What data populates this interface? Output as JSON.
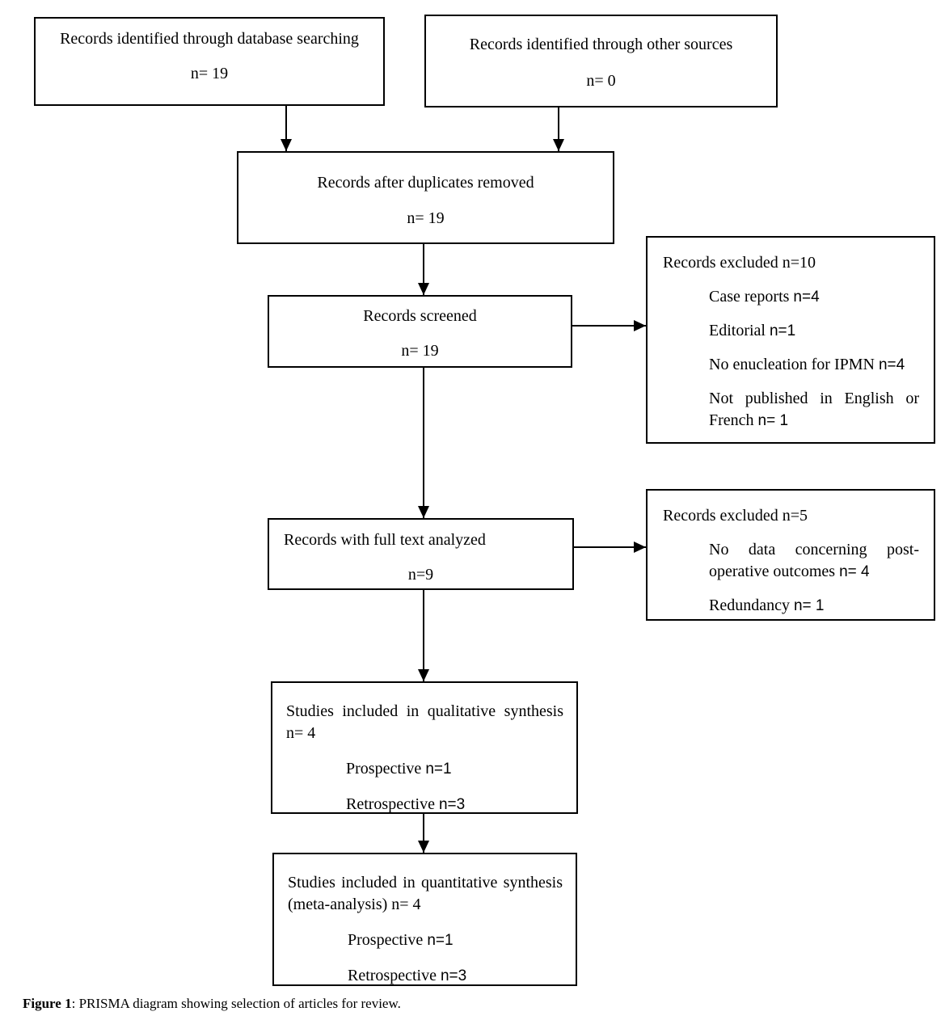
{
  "boxes": {
    "database": {
      "title": "Records identified through database searching",
      "count": "n= 19"
    },
    "other_sources": {
      "title": "Records identified through other sources",
      "count": "n= 0"
    },
    "after_duplicates": {
      "title": "Records after duplicates removed",
      "count": "n= 19"
    },
    "screened": {
      "title": "Records screened",
      "count": "n= 19"
    },
    "excluded_screening": {
      "title": "Records excluded n=10",
      "items": [
        {
          "text": "Case reports",
          "n": "n=4"
        },
        {
          "text": "Editorial",
          "n": "n=1"
        },
        {
          "text": "No enucleation for IPMN",
          "n": "n=4"
        },
        {
          "text": "Not published in English or French",
          "n": "n= 1"
        }
      ]
    },
    "full_text": {
      "title": "Records with full text analyzed",
      "count": "n=9"
    },
    "excluded_fulltext": {
      "title": "Records excluded n=5",
      "items": [
        {
          "text": "No data concerning post-operative outcomes",
          "n": "n= 4"
        },
        {
          "text": "Redundancy",
          "n": "n= 1"
        }
      ]
    },
    "qualitative": {
      "title": "Studies included in qualitative synthesis",
      "count": "n= 4",
      "items": [
        {
          "text": "Prospective",
          "n": "n=1"
        },
        {
          "text": "Retrospective",
          "n": "n=3"
        }
      ]
    },
    "quantitative": {
      "title": "Studies included in quantitative synthesis (meta-analysis)",
      "count": "n= 4",
      "items": [
        {
          "text": "Prospective",
          "n": "n=1"
        },
        {
          "text": "Retrospective",
          "n": "n=3"
        }
      ]
    }
  },
  "caption": {
    "label": "Figure 1",
    "text": ": PRISMA diagram showing selection of articles for review."
  }
}
